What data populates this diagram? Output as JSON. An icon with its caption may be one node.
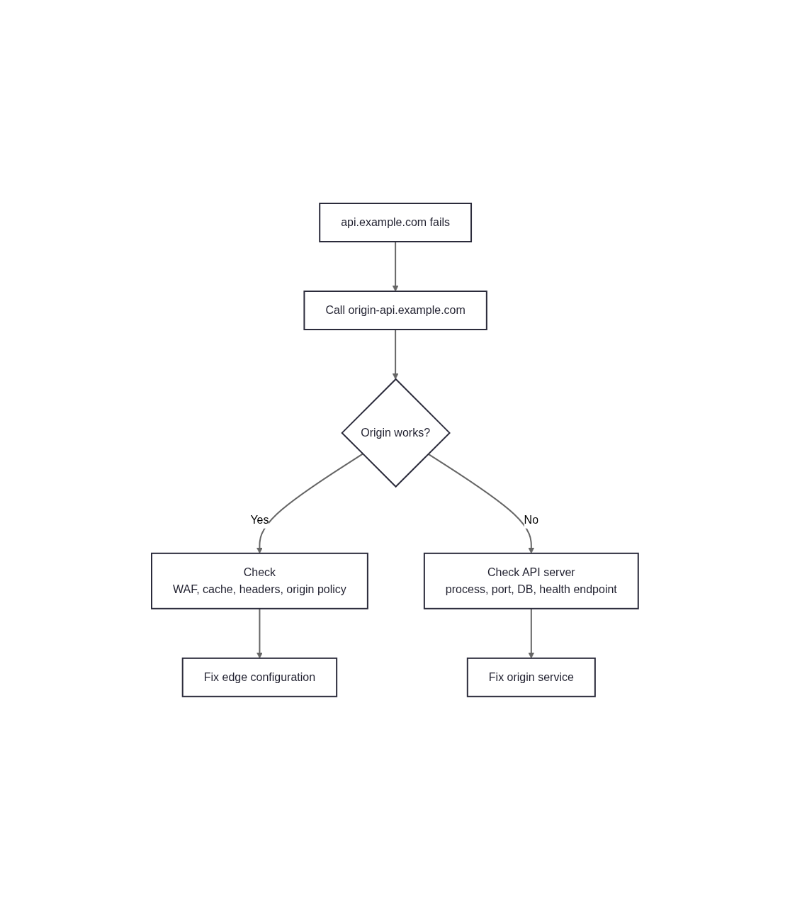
{
  "diagram": {
    "nodes": [
      {
        "text": [
          "api.example.com fails"
        ]
      },
      {
        "text": [
          "Call origin-api.example.com"
        ]
      },
      {
        "text": [
          "Origin works?"
        ]
      },
      {
        "text": [
          "Check",
          "WAF, cache, headers, origin policy"
        ]
      },
      {
        "text": [
          "Check API server",
          "process, port, DB, health endpoint"
        ]
      },
      {
        "text": [
          "Fix edge configuration"
        ]
      },
      {
        "text": [
          "Fix origin service"
        ]
      }
    ],
    "edges": [
      {
        "from": 0,
        "to": 1,
        "arrow": "to"
      },
      {
        "from": 1,
        "to": 2,
        "arrow": "to"
      },
      {
        "from": 2,
        "to": 3,
        "label": "Yes",
        "arrow": "to"
      },
      {
        "from": 2,
        "to": 4,
        "label": "No",
        "arrow": "to"
      },
      {
        "from": 3,
        "to": 5,
        "arrow": "to"
      },
      {
        "from": 4,
        "to": 6,
        "arrow": "to"
      }
    ]
  }
}
